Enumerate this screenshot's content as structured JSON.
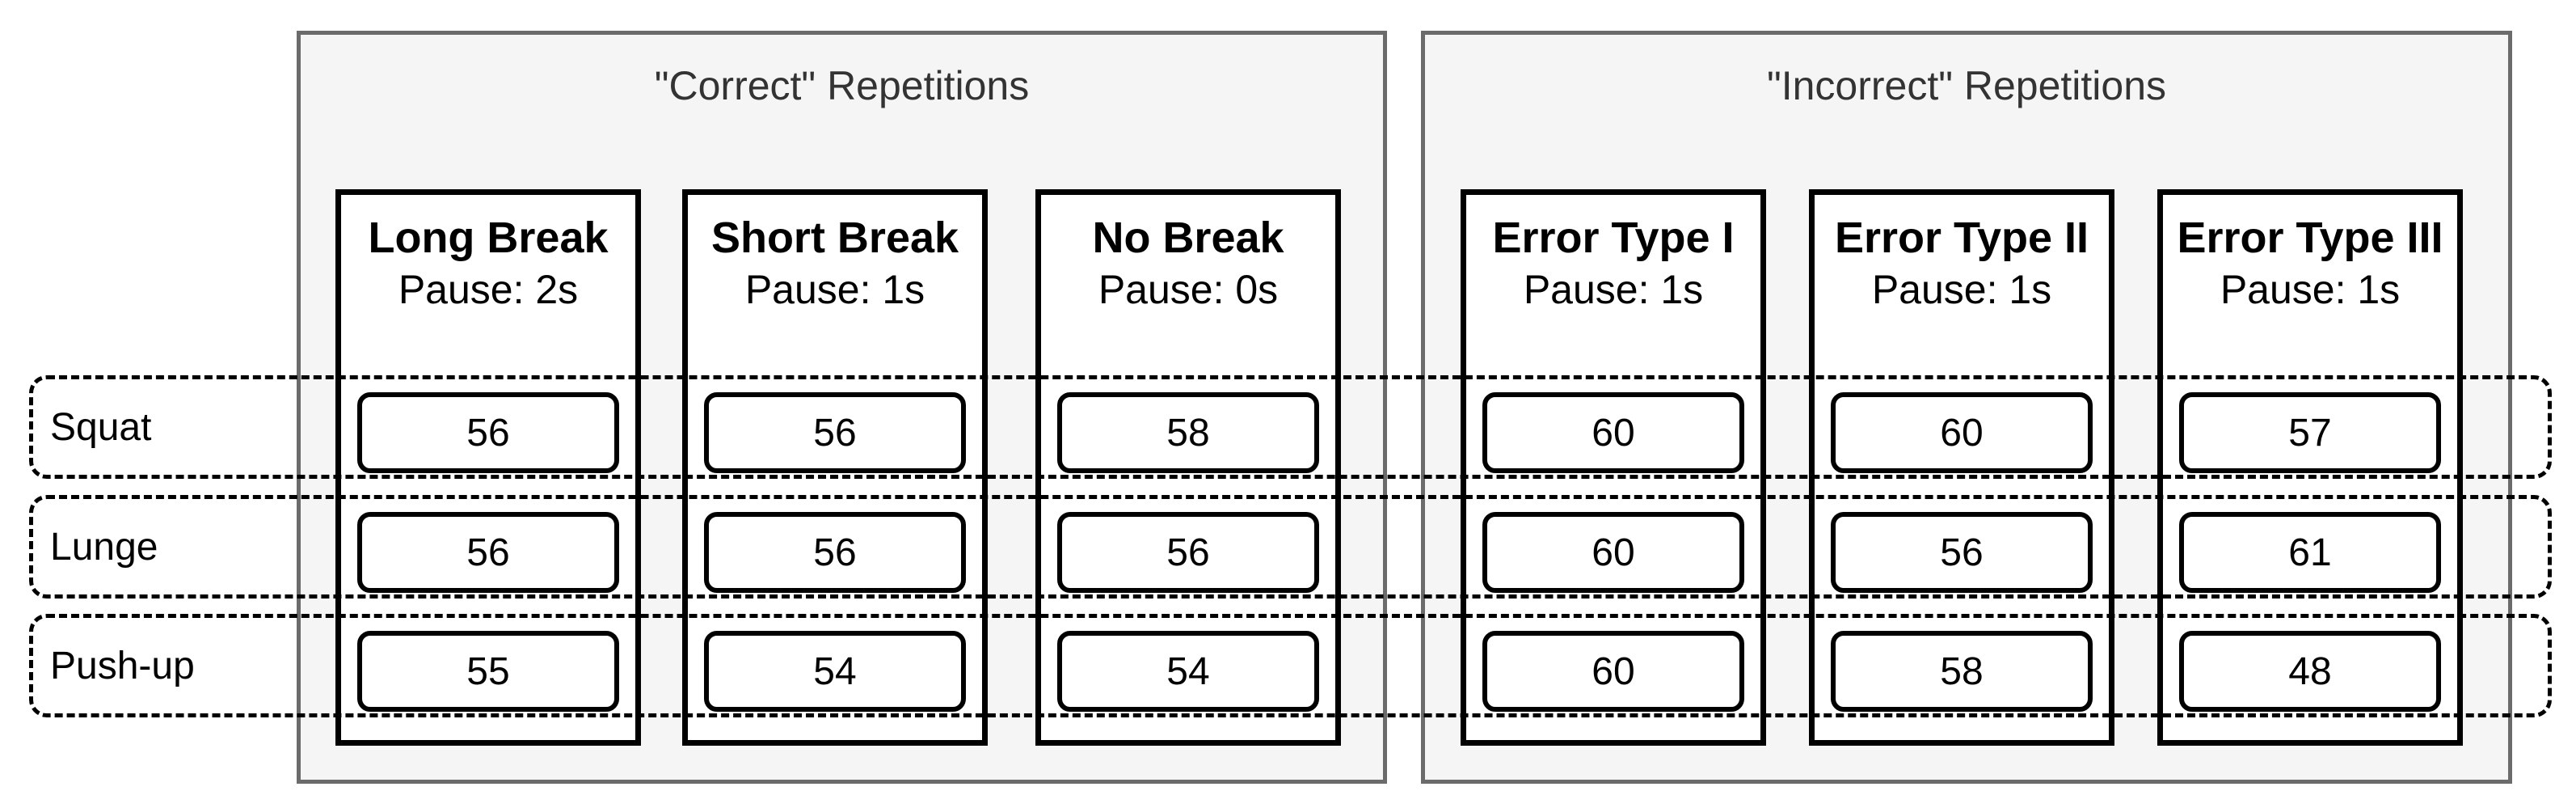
{
  "groups": [
    {
      "title": "\"Correct\" Repetitions",
      "columns": [
        {
          "title": "Long Break",
          "pause": "Pause: 2s",
          "values": [
            "56",
            "56",
            "55"
          ]
        },
        {
          "title": "Short Break",
          "pause": "Pause: 1s",
          "values": [
            "56",
            "56",
            "54"
          ]
        },
        {
          "title": "No Break",
          "pause": "Pause: 0s",
          "values": [
            "58",
            "56",
            "54"
          ]
        }
      ]
    },
    {
      "title": "\"Incorrect\" Repetitions",
      "columns": [
        {
          "title": "Error Type I",
          "pause": "Pause: 1s",
          "values": [
            "60",
            "60",
            "60"
          ]
        },
        {
          "title": "Error Type II",
          "pause": "Pause: 1s",
          "values": [
            "60",
            "56",
            "58"
          ]
        },
        {
          "title": "Error Type III",
          "pause": "Pause: 1s",
          "values": [
            "57",
            "61",
            "48"
          ]
        }
      ]
    }
  ],
  "rows": [
    "Squat",
    "Lunge",
    "Push-up"
  ]
}
